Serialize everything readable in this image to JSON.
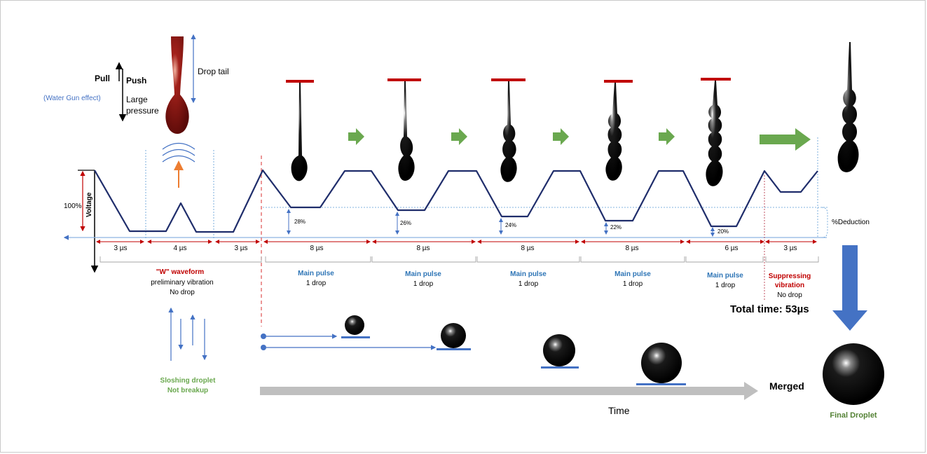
{
  "labels": {
    "pull": "Pull",
    "push": "Push",
    "water_gun": "(Water Gun effect)",
    "large": "Large",
    "pressure": "pressure",
    "drop_tail": "Drop tail",
    "voltage": "Voltage",
    "hundred": "100%",
    "deduction": "%Deduction",
    "total_time": "Total time: 53µs",
    "merged": "Merged",
    "time": "Time",
    "final_droplet": "Final Droplet",
    "sloshing_1": "Sloshing droplet",
    "sloshing_2": "Not breakup"
  },
  "deductions": [
    "28%",
    "26%",
    "24%",
    "22%",
    "20%"
  ],
  "durations": [
    "3 µs",
    "4 µs",
    "3 µs",
    "8 µs",
    "8 µs",
    "8 µs",
    "8 µs",
    "6 µs",
    "3 µs"
  ],
  "w_block": {
    "title": "\"W\" waveform",
    "line1": "preliminary vibration",
    "line2": "No drop"
  },
  "pulse_blocks": [
    {
      "title": "Main pulse",
      "sub": "1 drop"
    },
    {
      "title": "Main pulse",
      "sub": "1 drop"
    },
    {
      "title": "Main pulse",
      "sub": "1 drop"
    },
    {
      "title": "Main pulse",
      "sub": "1 drop"
    },
    {
      "title": "Main pulse",
      "sub": "1 drop"
    }
  ],
  "suppress_block": {
    "title1": "Suppressing",
    "title2": "vibration",
    "sub": "No drop"
  },
  "colors": {
    "waveform": "#1f2d6b",
    "dashed_blue": "#5b9bd5",
    "red": "#c00000",
    "blue_arrow": "#4472c4",
    "green_arrow": "#6aa84f",
    "main_pulse_text": "#2e75b6",
    "sloshing_text": "#6aa84f",
    "final_text": "#548235",
    "time_arrow": "#bfbfbf"
  }
}
